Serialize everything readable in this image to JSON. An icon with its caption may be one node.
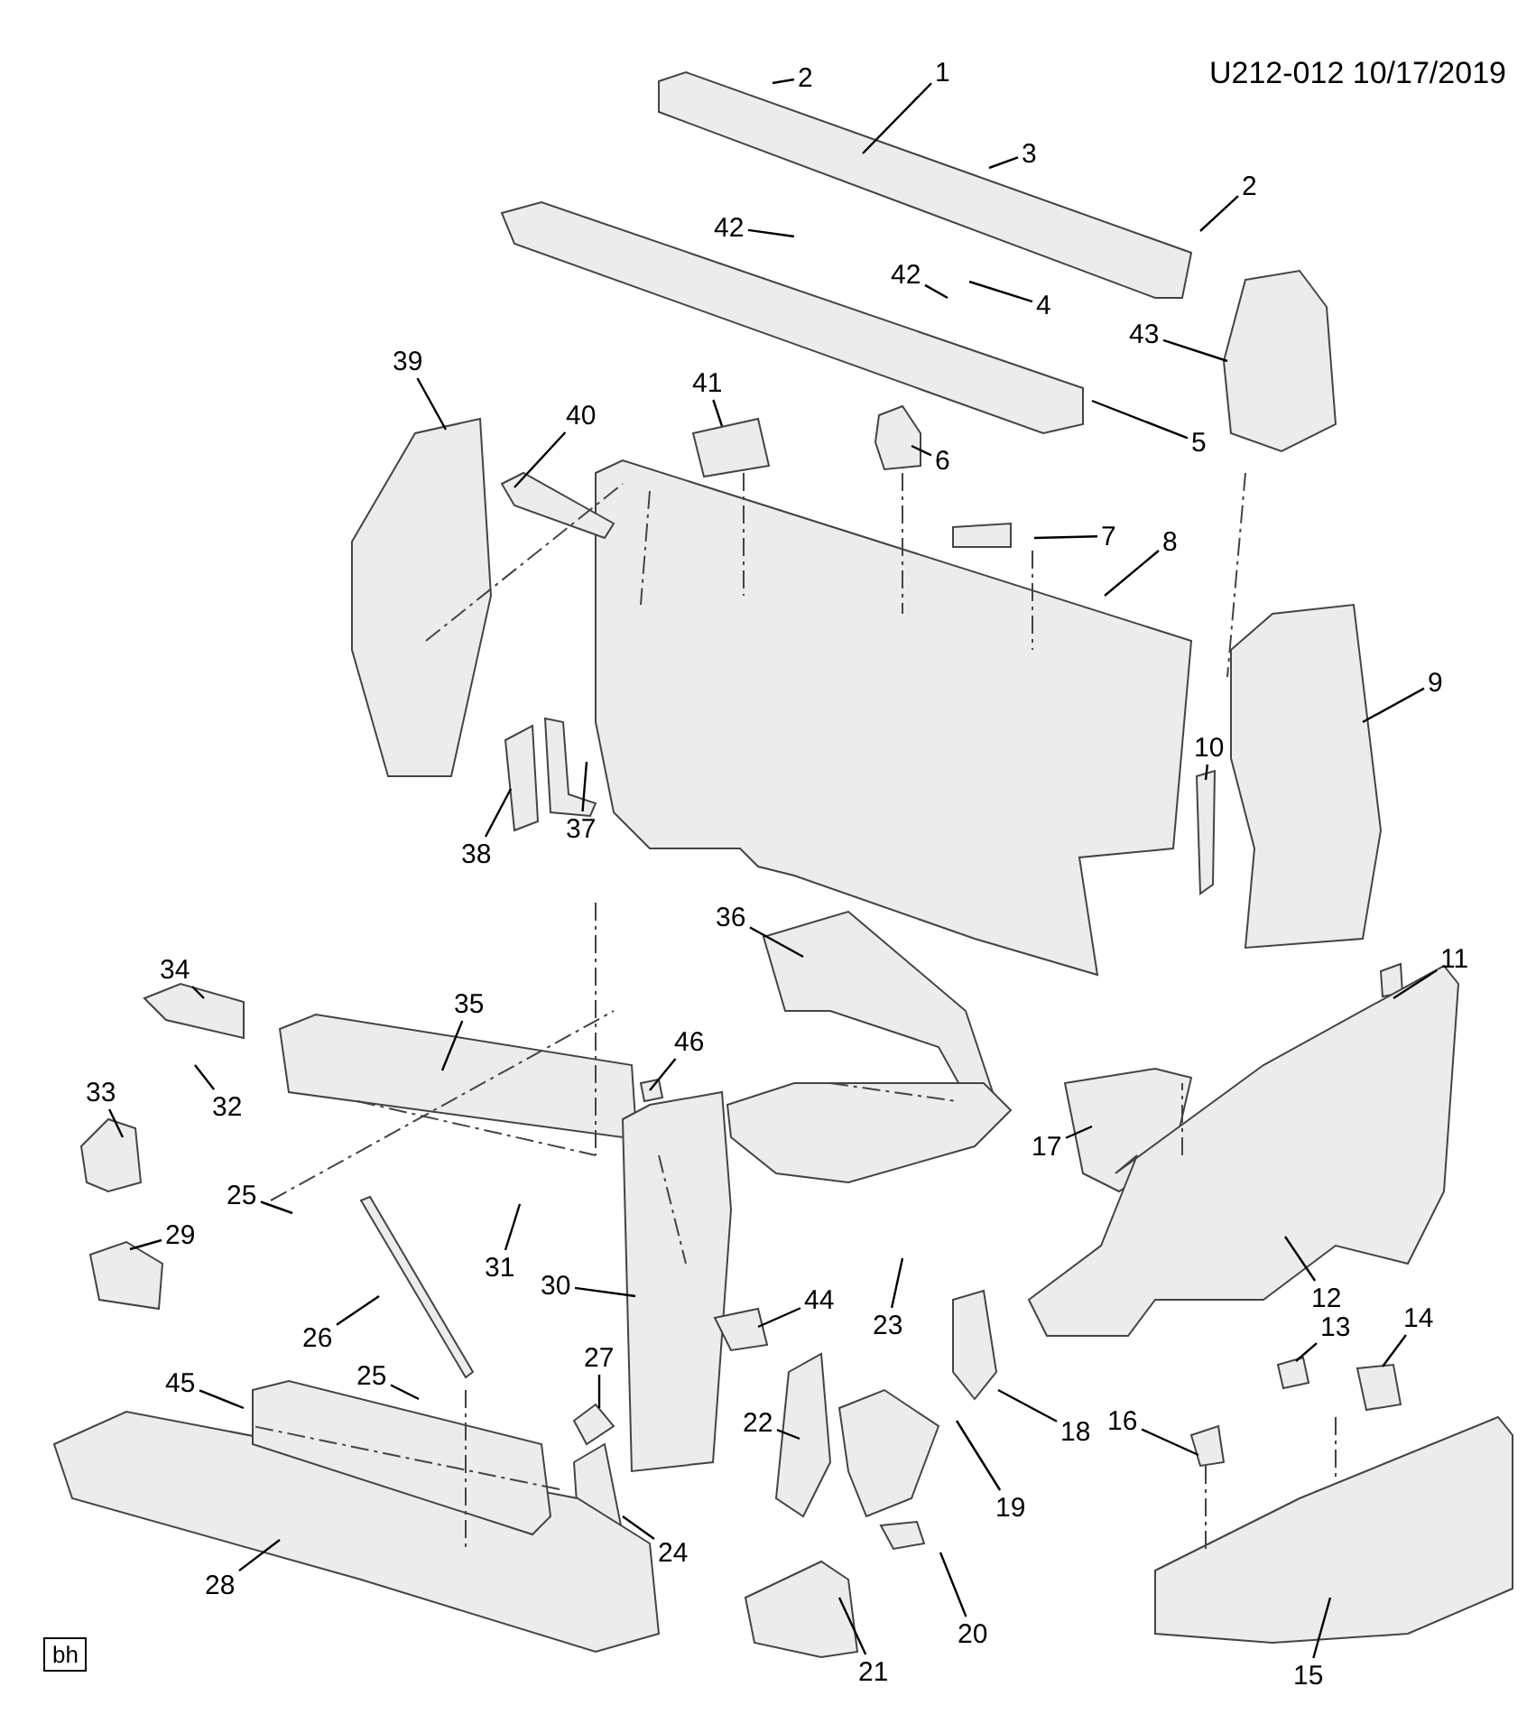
{
  "diagram": {
    "nodes": [
      {
        "text": [
          "1"
        ]
      },
      {
        "text": [
          "2"
        ]
      },
      {
        "text": [
          "2"
        ]
      },
      {
        "text": [
          "3"
        ]
      },
      {
        "text": [
          "42"
        ]
      },
      {
        "text": [
          "42"
        ]
      },
      {
        "text": [
          "4"
        ]
      },
      {
        "text": [
          "43"
        ]
      },
      {
        "text": [
          "5"
        ]
      },
      {
        "text": [
          "6"
        ]
      },
      {
        "text": [
          "41"
        ]
      },
      {
        "text": [
          "7"
        ]
      },
      {
        "text": [
          "8"
        ]
      },
      {
        "text": [
          "39"
        ]
      },
      {
        "text": [
          "40"
        ]
      },
      {
        "text": [
          "9"
        ]
      },
      {
        "text": [
          "10"
        ]
      },
      {
        "text": [
          "38"
        ]
      },
      {
        "text": [
          "37"
        ]
      },
      {
        "text": [
          "36"
        ]
      },
      {
        "text": [
          "11"
        ]
      },
      {
        "text": [
          "34"
        ]
      },
      {
        "text": [
          "35"
        ]
      },
      {
        "text": [
          "46"
        ]
      },
      {
        "text": [
          "33"
        ]
      },
      {
        "text": [
          "32"
        ]
      },
      {
        "text": [
          "17"
        ]
      },
      {
        "text": [
          "12"
        ]
      },
      {
        "text": [
          "25"
        ]
      },
      {
        "text": [
          "31"
        ]
      },
      {
        "text": [
          "29"
        ]
      },
      {
        "text": [
          "30"
        ]
      },
      {
        "text": [
          "44"
        ]
      },
      {
        "text": [
          "23"
        ]
      },
      {
        "text": [
          "13"
        ]
      },
      {
        "text": [
          "14"
        ]
      },
      {
        "text": [
          "26"
        ]
      },
      {
        "text": [
          "27"
        ]
      },
      {
        "text": [
          "25"
        ]
      },
      {
        "text": [
          "45"
        ]
      },
      {
        "text": [
          "22"
        ]
      },
      {
        "text": [
          "18"
        ]
      },
      {
        "text": [
          "16"
        ]
      },
      {
        "text": [
          "24"
        ]
      },
      {
        "text": [
          "19"
        ]
      },
      {
        "text": [
          "28"
        ]
      },
      {
        "text": [
          "20"
        ]
      },
      {
        "text": [
          "21"
        ]
      },
      {
        "text": [
          "15"
        ]
      },
      {
        "text": [
          "bh"
        ]
      }
    ],
    "edges": [
      {
        "from": 0,
        "to": null,
        "arrow": "none"
      },
      {
        "from": 1,
        "to": null,
        "arrow": "none"
      },
      {
        "from": 2,
        "to": null,
        "arrow": "none"
      },
      {
        "from": 3,
        "to": null,
        "arrow": "none"
      },
      {
        "from": 4,
        "to": null,
        "arrow": "none"
      },
      {
        "from": 5,
        "to": null,
        "arrow": "none"
      },
      {
        "from": 6,
        "to": null,
        "arrow": "none"
      },
      {
        "from": 7,
        "to": null,
        "arrow": "none"
      },
      {
        "from": 8,
        "to": null,
        "arrow": "none"
      },
      {
        "from": 9,
        "to": null,
        "arrow": "none"
      },
      {
        "from": 10,
        "to": null,
        "arrow": "none"
      },
      {
        "from": 11,
        "to": null,
        "arrow": "none"
      },
      {
        "from": 12,
        "to": null,
        "arrow": "none"
      },
      {
        "from": 13,
        "to": null,
        "arrow": "none"
      },
      {
        "from": 14,
        "to": null,
        "arrow": "none"
      },
      {
        "from": 15,
        "to": null,
        "arrow": "none"
      },
      {
        "from": 16,
        "to": null,
        "arrow": "none"
      },
      {
        "from": 17,
        "to": null,
        "arrow": "none"
      },
      {
        "from": 18,
        "to": null,
        "arrow": "none"
      },
      {
        "from": 19,
        "to": null,
        "arrow": "none"
      },
      {
        "from": 20,
        "to": null,
        "arrow": "none"
      },
      {
        "from": 21,
        "to": null,
        "arrow": "none"
      },
      {
        "from": 22,
        "to": null,
        "arrow": "none"
      },
      {
        "from": 23,
        "to": null,
        "arrow": "none"
      },
      {
        "from": 24,
        "to": null,
        "arrow": "none"
      },
      {
        "from": 25,
        "to": null,
        "arrow": "none"
      },
      {
        "from": 26,
        "to": null,
        "arrow": "none"
      },
      {
        "from": 27,
        "to": null,
        "arrow": "none"
      },
      {
        "from": 28,
        "to": null,
        "arrow": "none"
      },
      {
        "from": 29,
        "to": null,
        "arrow": "none"
      },
      {
        "from": 30,
        "to": null,
        "arrow": "none"
      },
      {
        "from": 31,
        "to": null,
        "arrow": "none"
      },
      {
        "from": 32,
        "to": null,
        "arrow": "none"
      },
      {
        "from": 33,
        "to": null,
        "arrow": "none"
      },
      {
        "from": 34,
        "to": null,
        "arrow": "none"
      },
      {
        "from": 35,
        "to": null,
        "arrow": "none"
      },
      {
        "from": 36,
        "to": null,
        "arrow": "none"
      },
      {
        "from": 37,
        "to": null,
        "arrow": "none"
      },
      {
        "from": 38,
        "to": null,
        "arrow": "none"
      },
      {
        "from": 39,
        "to": null,
        "arrow": "none"
      },
      {
        "from": 40,
        "to": null,
        "arrow": "none"
      },
      {
        "from": 41,
        "to": null,
        "arrow": "none"
      },
      {
        "from": 42,
        "to": null,
        "arrow": "none"
      },
      {
        "from": 43,
        "to": null,
        "arrow": "none"
      },
      {
        "from": 44,
        "to": null,
        "arrow": "none"
      },
      {
        "from": 45,
        "to": null,
        "arrow": "none"
      },
      {
        "from": 46,
        "to": null,
        "arrow": "none"
      },
      {
        "from": 47,
        "to": null,
        "arrow": "none"
      },
      {
        "from": 48,
        "to": null,
        "arrow": "none"
      }
    ],
    "labels": [
      "U212-012 10/17/2019"
    ]
  }
}
